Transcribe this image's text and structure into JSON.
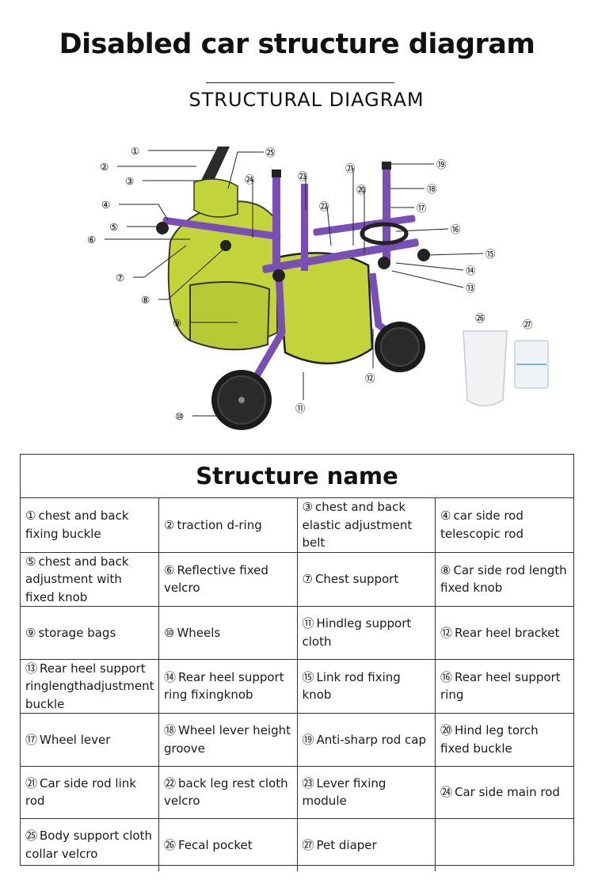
{
  "title": "Disabled car structure diagram",
  "subtitle": "STRUCTURAL DIAGRAM",
  "callouts": [
    "①",
    "②",
    "③",
    "④",
    "⑤",
    "⑥",
    "⑦",
    "⑧",
    "⑨",
    "⑩",
    "⑪",
    "⑫",
    "⑬",
    "⑭",
    "⑮",
    "⑯",
    "⑰",
    "⑱",
    "⑲",
    "⑳",
    "㉑",
    "㉒",
    "㉓",
    "㉔",
    "㉕",
    "㉖",
    "㉗"
  ],
  "table_title": "Structure name",
  "parts": [
    {
      "num": "①",
      "name": "chest and back fixing buckle"
    },
    {
      "num": "②",
      "name": "traction d-ring"
    },
    {
      "num": "③",
      "name": "chest and back elastic adjustment belt"
    },
    {
      "num": "④",
      "name": "car side rod telescopic rod"
    },
    {
      "num": "⑤",
      "name": "chest and back adjustment with fixed knob"
    },
    {
      "num": "⑥",
      "name": "Reflective fixed velcro"
    },
    {
      "num": "⑦",
      "name": "Chest support"
    },
    {
      "num": "⑧",
      "name": "Car side rod length fixed knob"
    },
    {
      "num": "⑨",
      "name": "storage bags"
    },
    {
      "num": "⑩",
      "name": "Wheels"
    },
    {
      "num": "⑪",
      "name": "Hindleg support cloth"
    },
    {
      "num": "⑫",
      "name": "Rear heel bracket"
    },
    {
      "num": "⑬",
      "name": "Rear heel support ringlengthadjustment buckle"
    },
    {
      "num": "⑭",
      "name": "Rear heel support ring fixingknob"
    },
    {
      "num": "⑮",
      "name": "Link rod fixing knob"
    },
    {
      "num": "⑯",
      "name": "Rear heel support ring"
    },
    {
      "num": "⑰",
      "name": "Wheel lever"
    },
    {
      "num": "⑱",
      "name": "Wheel lever height groove"
    },
    {
      "num": "⑲",
      "name": "Anti-sharp rod cap"
    },
    {
      "num": "⑳",
      "name": "Hind leg torch fixed buckle"
    },
    {
      "num": "㉑",
      "name": "Car side rod link rod"
    },
    {
      "num": "㉒",
      "name": "back leg rest cloth velcro"
    },
    {
      "num": "㉓",
      "name": "Lever fixing module"
    },
    {
      "num": "㉔",
      "name": "Car side main rod"
    },
    {
      "num": "㉕",
      "name": "Body support cloth collar velcro"
    },
    {
      "num": "㉖",
      "name": "Fecal pocket"
    },
    {
      "num": "㉗",
      "name": "Pet diaper"
    },
    {
      "num": "",
      "name": ""
    }
  ],
  "colors": {
    "frame": "#7a4fb5",
    "cloth": "#c7d83a",
    "strap": "#2b2b2b"
  }
}
